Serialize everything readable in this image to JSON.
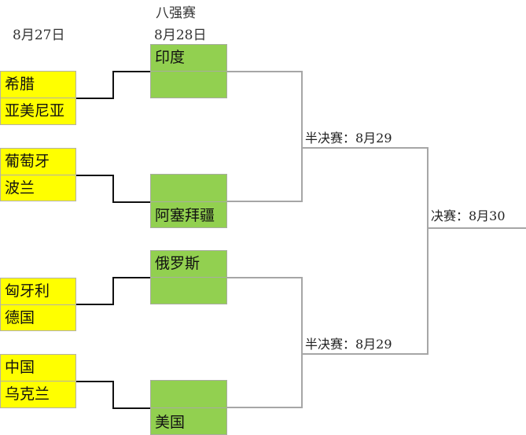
{
  "headers": {
    "round16_date": "8月27日",
    "quarter_title": "八强赛",
    "quarter_date": "8月28日"
  },
  "round16": [
    {
      "team_a": "希腊",
      "team_b": "亚美尼亚"
    },
    {
      "team_a": "葡萄牙",
      "team_b": "波兰"
    },
    {
      "team_a": "匈牙利",
      "team_b": "德国"
    },
    {
      "team_a": "中国",
      "team_b": "乌克兰"
    }
  ],
  "quarterfinals": [
    {
      "seed_team": "印度",
      "winner_slot": ""
    },
    {
      "seed_team": "阿塞拜疆",
      "winner_slot": ""
    },
    {
      "seed_team": "俄罗斯",
      "winner_slot": ""
    },
    {
      "seed_team": "美国",
      "winner_slot": ""
    }
  ],
  "semifinals": [
    {
      "label": "半决赛：8月29"
    },
    {
      "label": "半决赛：8月29"
    }
  ],
  "final": {
    "label": "决赛：8月30"
  },
  "colors": {
    "round16_fill": "#FFFF00",
    "quarter_fill": "#92D050",
    "connector_round16": "#111111",
    "connector_later": "#A6A6A6"
  }
}
